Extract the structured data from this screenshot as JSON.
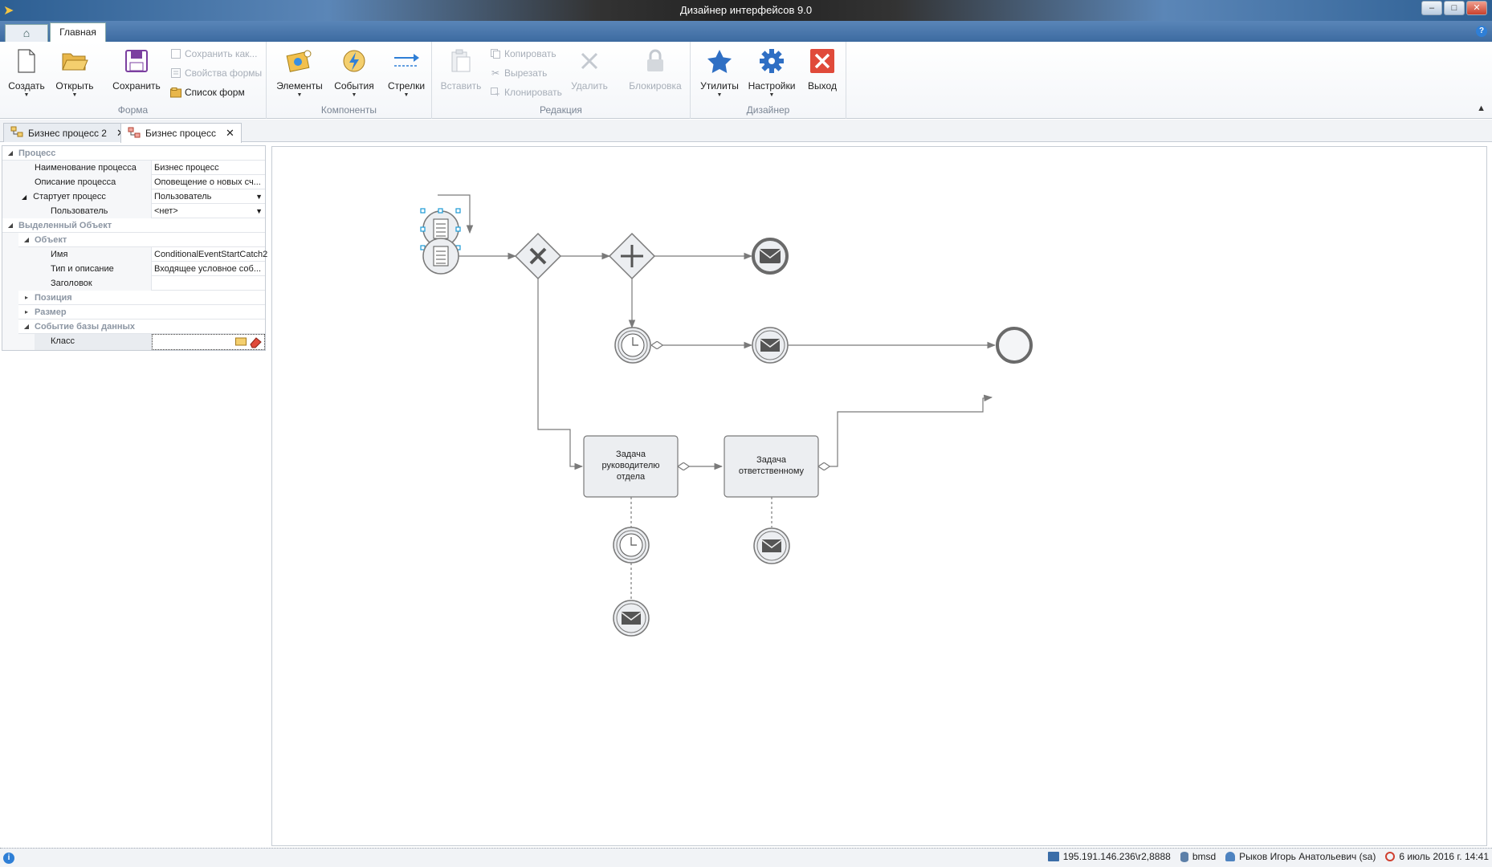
{
  "window": {
    "title": "Дизайнер интерфейсов 9.0"
  },
  "ribbon_tabs": {
    "main": "Главная"
  },
  "ribbon": {
    "groups": {
      "form": "Форма",
      "components": "Компоненты",
      "edit": "Редакция",
      "designer": "Дизайнер"
    },
    "buttons": {
      "create": "Создать",
      "open": "Открыть",
      "save": "Сохранить",
      "save_as": "Сохранить как...",
      "form_props": "Свойства формы",
      "form_list": "Список форм",
      "elements": "Элементы",
      "events": "События",
      "arrows": "Стрелки",
      "paste": "Вставить",
      "copy": "Копировать",
      "cut": "Вырезать",
      "clone": "Клонировать",
      "delete": "Удалить",
      "lock": "Блокировка",
      "utilities": "Утилиты",
      "settings": "Настройки",
      "exit": "Выход"
    }
  },
  "doc_tabs": [
    {
      "label": "Бизнес процесс 2"
    },
    {
      "label": "Бизнес процесс"
    }
  ],
  "properties": {
    "process": {
      "title": "Процесс",
      "name_label": "Наименование процесса",
      "name_value": "Бизнес процесс",
      "desc_label": "Описание процесса",
      "desc_value": "Оповещение о новых сч...",
      "starter_label": "Стартует процесс",
      "starter_value": "Пользователь",
      "user_label": "Пользователь",
      "user_value": "<нет>"
    },
    "selected": {
      "title": "Выделенный Объект",
      "object_title": "Объект",
      "name_label": "Имя",
      "name_value": "ConditionalEventStartCatch2",
      "type_label": "Тип и описание",
      "type_value": "Входящее условное соб...",
      "header_label": "Заголовок",
      "header_value": "",
      "position_title": "Позиция",
      "size_title": "Размер",
      "db_event_title": "Событие базы данных",
      "class_label": "Класс",
      "class_value": ""
    }
  },
  "diagram": {
    "task_manager_lines": [
      "Задача",
      "руководителю",
      "отдела"
    ],
    "task_responsible_lines": [
      "Задача",
      "ответственному"
    ]
  },
  "status": {
    "server": "195.191.146.236\\r2,8888",
    "database": "bmsd",
    "user": "Рыков Игорь Анатольевич (sa)",
    "datetime": "6 июль 2016 г. 14:41"
  },
  "colors": {
    "accent": "#2f7fd6",
    "selection": "#1b9ad6",
    "node_stroke": "#7a7a7a",
    "node_fill": "#eceef1"
  }
}
